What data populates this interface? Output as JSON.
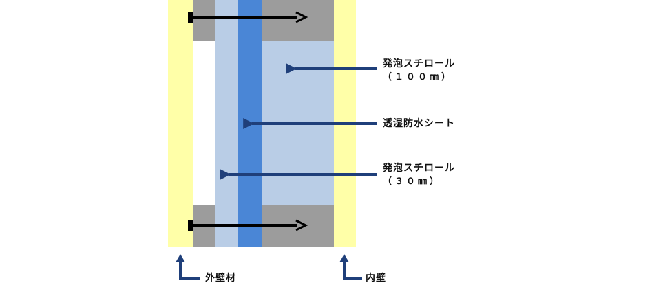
{
  "labels": {
    "foam_100_name": "発泡スチロール",
    "foam_100_spec": "（１００㎜）",
    "membrane": "透湿防水シート",
    "foam_30_name": "発泡スチロール",
    "foam_30_spec": "（３０㎜）",
    "exterior_wall": "外壁材",
    "interior_wall": "内壁"
  },
  "colors": {
    "wall_yellow": "#FFFFA8",
    "foam_light_blue": "#B9CDE6",
    "membrane_blue": "#4A86D6",
    "stud_gray": "#9C9C9C",
    "arrow_navy": "#1F3F7A",
    "screw_black": "#000000",
    "cavity_white": "#FFFFFF"
  }
}
